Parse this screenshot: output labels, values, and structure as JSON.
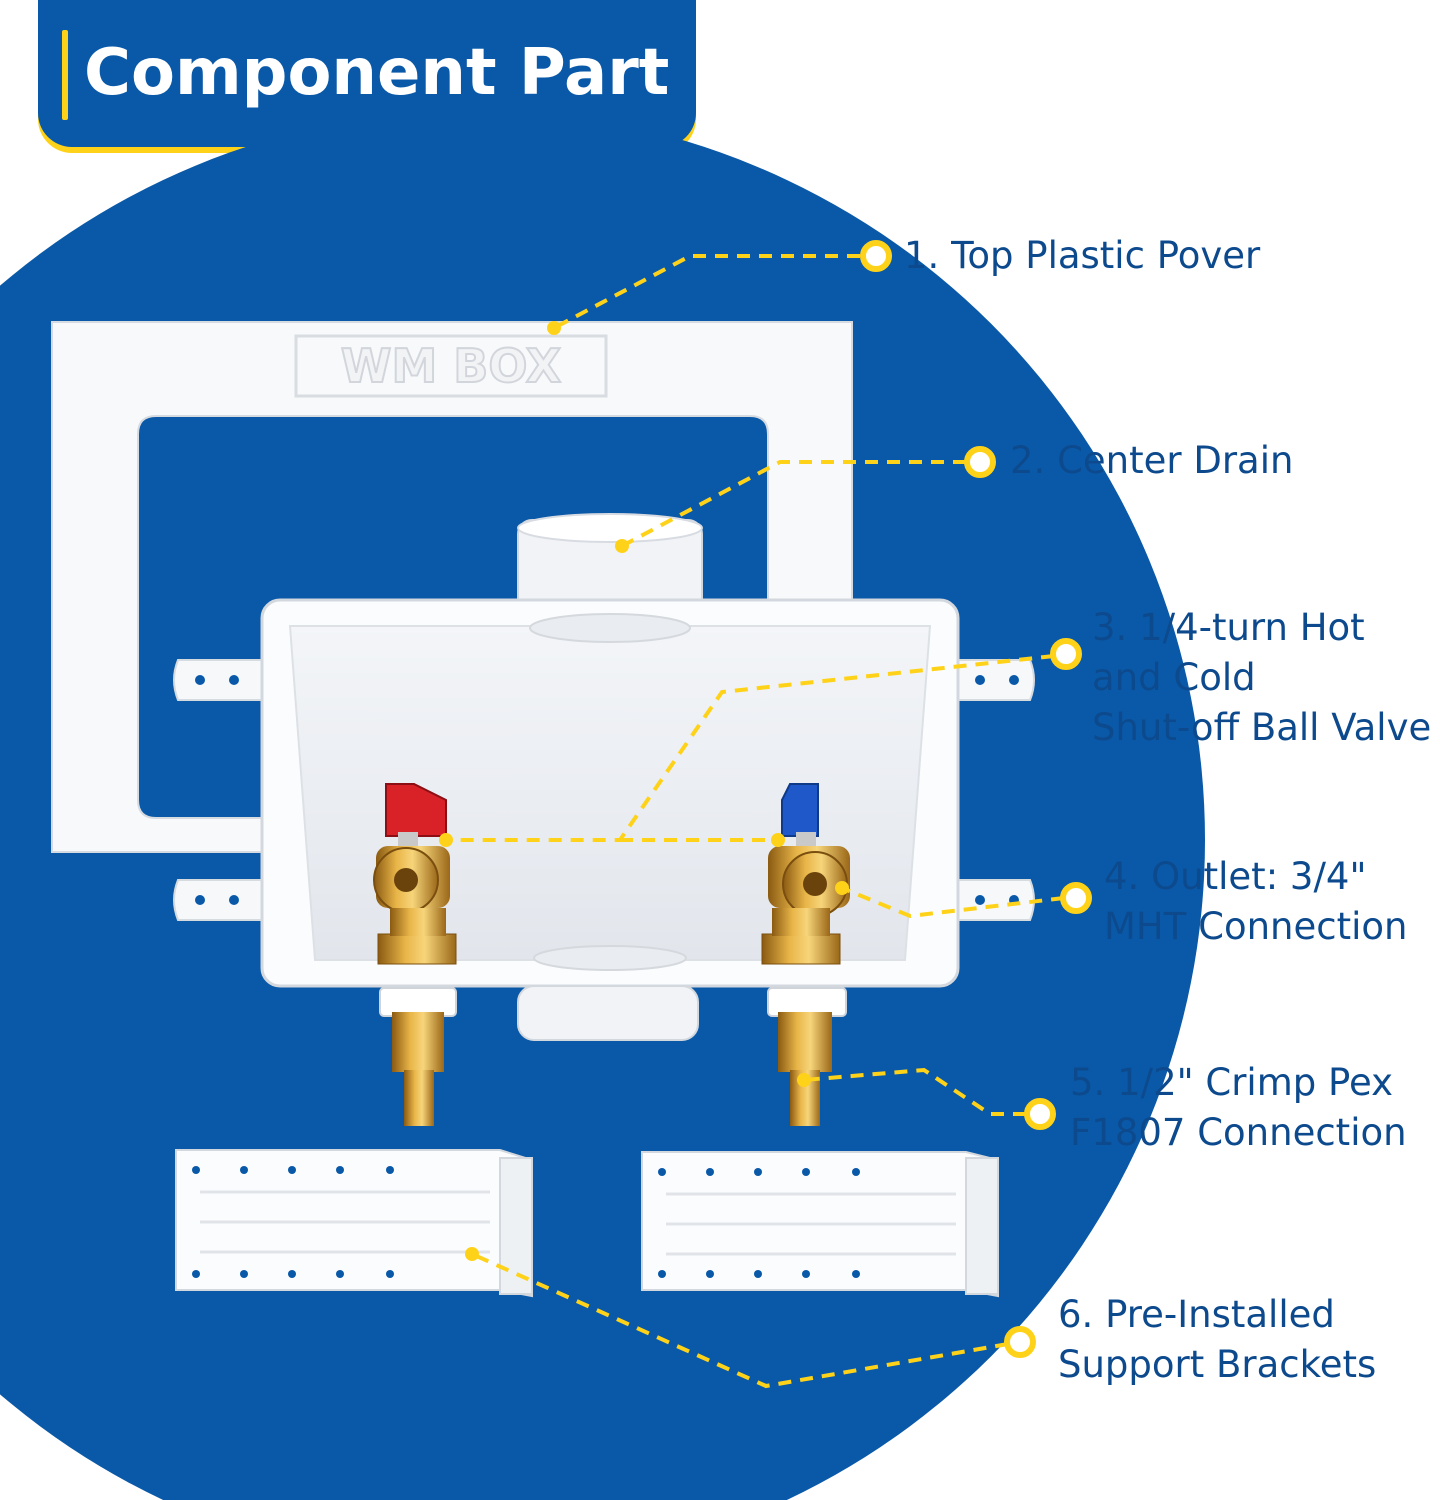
{
  "title": "Component Part",
  "cover": {
    "logo_text": "WM BOX"
  },
  "valves": {
    "hot_color": "#d82228",
    "cold_color": "#1f58c9"
  },
  "colors": {
    "brand_blue": "#0a59a8",
    "accent_yellow": "#ffd21a",
    "label_blue": "#0d4a8d"
  },
  "callouts": [
    {
      "lines": [
        "1. Top Plastic Pover"
      ]
    },
    {
      "lines": [
        "2. Center Drain"
      ]
    },
    {
      "lines": [
        "3. 1/4-turn Hot",
        "and Cold",
        "Shut-off Ball Valve"
      ]
    },
    {
      "lines": [
        "4. Outlet: 3/4\"",
        "MHT Connection"
      ]
    },
    {
      "lines": [
        "5. 1/2\" Crimp Pex",
        "F1807 Connection"
      ]
    },
    {
      "lines": [
        "6. Pre-Installed",
        "Support Brackets"
      ]
    }
  ]
}
